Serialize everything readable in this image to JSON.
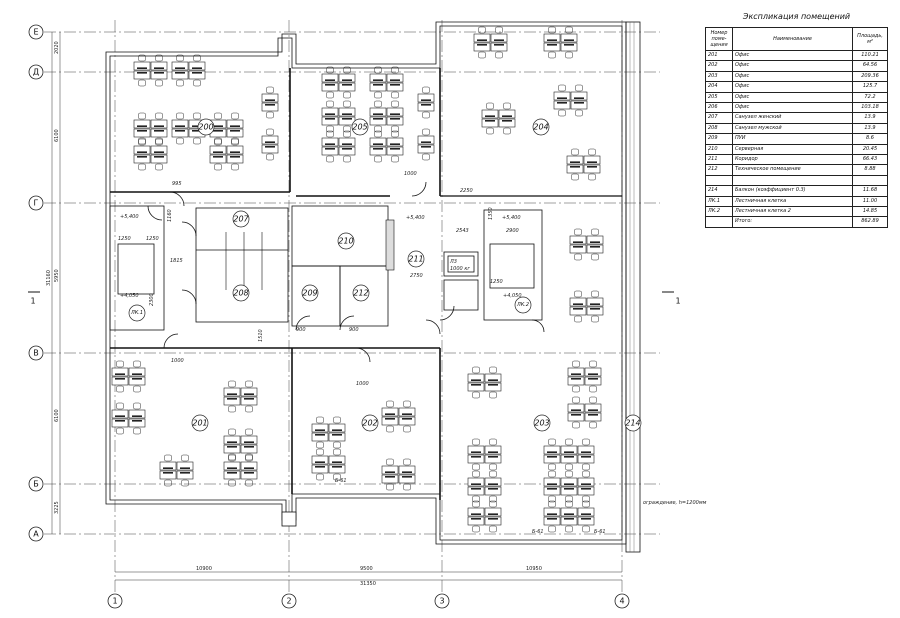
{
  "axes": {
    "rows": [
      "Е",
      "Д",
      "Г",
      "В",
      "Б",
      "А"
    ],
    "columns": [
      "1",
      "2",
      "3",
      "4"
    ],
    "section_mark": "1"
  },
  "dimensions": {
    "row_spacings": [
      "2020",
      "6100",
      "5950",
      "6100",
      "3225"
    ],
    "total_height": "31160",
    "column_spacings": [
      "10900",
      "9500",
      "10950"
    ],
    "total_width": "31350"
  },
  "rooms": {
    "r200": "200",
    "r201": "201",
    "r202": "202",
    "r203": "203",
    "r204": "204",
    "r205": "205",
    "r207": "207",
    "r208": "208",
    "r209": "209",
    "r210": "210",
    "r211": "211",
    "r212": "212",
    "r214": "214",
    "lk1": "ЛК.1",
    "lk2": "ЛК.2"
  },
  "plan_labels": {
    "level_up_1": "+5,400",
    "level_down_1": "+4,050",
    "level_up_2": "+5,400",
    "level_down_2": "+4,050",
    "level_mid": "+5,400",
    "door_995": "995",
    "door_1000_a": "1000",
    "door_1000_b": "1000",
    "door_1000_c": "1000",
    "door_900_a": "900",
    "door_900_b": "900",
    "dim_2250": "2250",
    "dim_2750": "2750",
    "dim_2900": "2900",
    "dim_1250_a": "1250",
    "dim_1250_b": "1250",
    "dim_1250_c": "1250",
    "dim_1350": "1350",
    "dim_2543": "2543",
    "dim_1815": "1815",
    "dim_2300": "2300",
    "dim_1510": "1510",
    "dim_1160": "1160",
    "elevator_label": "Л3",
    "elevator_cap": "1000 кг",
    "railing_note": "ограждение, h=1200мм",
    "note_b61_a": "Б-61",
    "note_b61_b": "Б-61",
    "note_b61_c": "Б-61"
  },
  "explication": {
    "title": "Экспликация помещений",
    "headers": {
      "number": "Номер поме-щения",
      "name": "Наименование",
      "area": "Площадь, м²"
    },
    "rows": [
      {
        "number": "201",
        "name": "Офис",
        "area": "110.21"
      },
      {
        "number": "202",
        "name": "Офис",
        "area": "64.56"
      },
      {
        "number": "203",
        "name": "Офис",
        "area": "209.36"
      },
      {
        "number": "204",
        "name": "Офис",
        "area": "125.7"
      },
      {
        "number": "205",
        "name": "Офис",
        "area": "72.2"
      },
      {
        "number": "206",
        "name": "Офис",
        "area": "103.18"
      },
      {
        "number": "207",
        "name": "Санузел женский",
        "area": "13.9"
      },
      {
        "number": "208",
        "name": "Санузел мужской",
        "area": "13.9"
      },
      {
        "number": "209",
        "name": "ПУИ",
        "area": "8.6"
      },
      {
        "number": "210",
        "name": "Серверная",
        "area": "20.45"
      },
      {
        "number": "211",
        "name": "Коридор",
        "area": "66.43"
      },
      {
        "number": "212",
        "name": "Техническое помещение",
        "area": "8.88"
      }
    ],
    "rows2": [
      {
        "number": "214",
        "name": "Балкон (коэффициент 0.3)",
        "area": "11.68"
      },
      {
        "number": "ЛК.1",
        "name": "Лестничная клетка",
        "area": "11.00"
      },
      {
        "number": "ЛК.2",
        "name": "Лестничная клетка 2",
        "area": "14.85"
      },
      {
        "number": "",
        "name": "Итого:",
        "area": "862.89"
      }
    ]
  }
}
